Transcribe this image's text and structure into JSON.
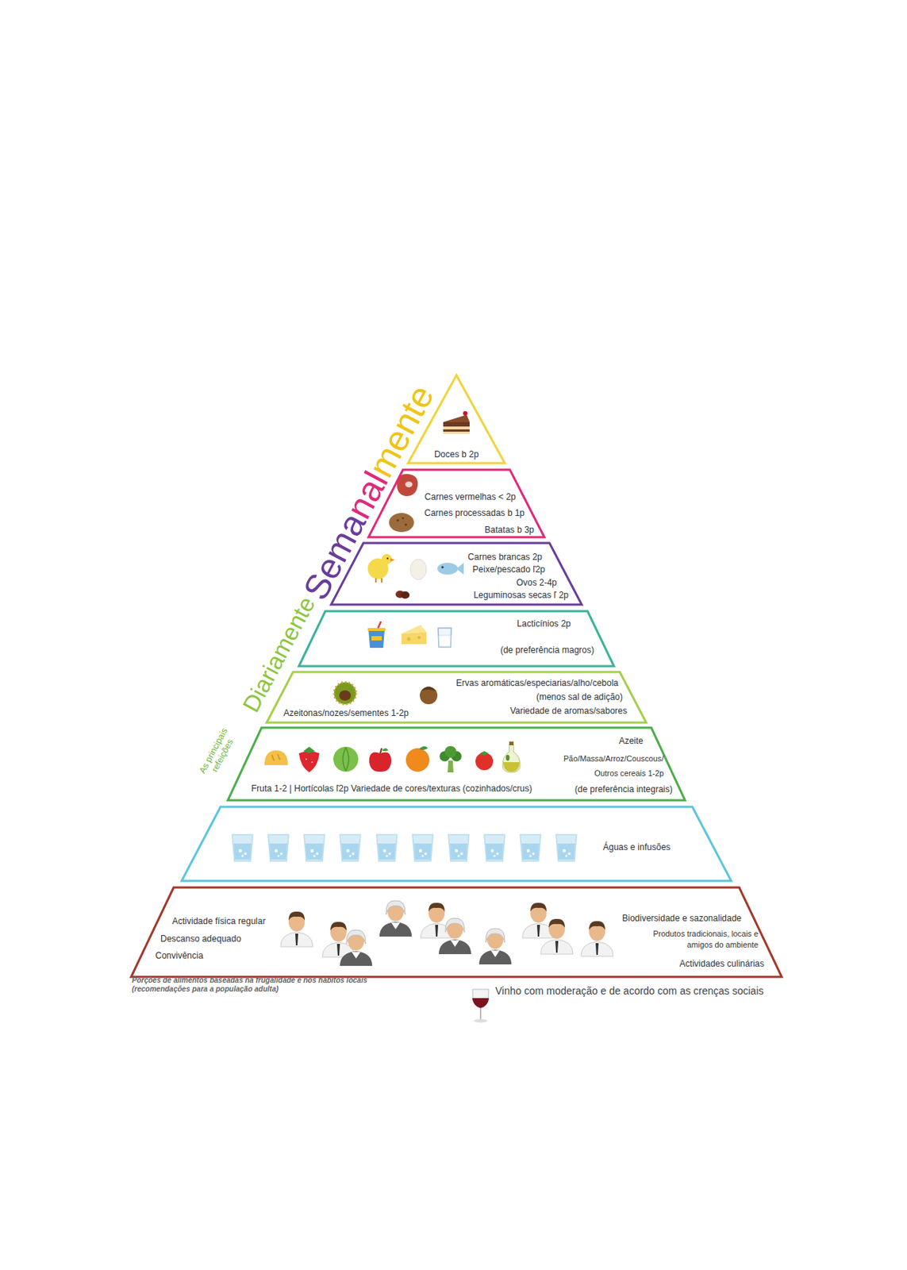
{
  "diagram": {
    "nodes": [
      {
        "text": [
          "Doces b 2p"
        ]
      },
      {
        "text": [
          "Carnes vermelhas < 2p",
          "Carnes processadas b 1p",
          "Batatas b 3p"
        ]
      },
      {
        "text": [
          "Carnes brancas 2p",
          "Peixe/pescado ľ2p",
          "Ovos 2-4p",
          "Leguminosas secas ľ 2p"
        ]
      },
      {
        "text": [
          "Lacticínios 2p",
          "(de preferência magros)"
        ]
      },
      {
        "text": [
          "Ervas aromáticas/especiarias/alho/cebola",
          "(menos sal de adição)",
          "Variedade de aromas/sabores",
          "Azeitonas/nozes/sementes 1-2p"
        ]
      },
      {
        "text": [
          "Azeite",
          "Pão/Massa/Arroz/Couscous/ Outros cereais 1-2p",
          "(de preferência integrais)",
          "Fruta 1-2 | Hortícolas ľ2p Variedade de cores/texturas (cozinhados/crus)"
        ]
      },
      {
        "text": [
          "Águas e infusões"
        ]
      },
      {
        "text": [
          "Actividade física regular",
          "Descanso adequado",
          "Convivência",
          "Biodiversidade e sazonalidade",
          "Produtos tradicionais, locais e amigos do ambiente",
          "Actividades culinárias"
        ]
      }
    ],
    "labels": [
      "Semanalmente",
      "Diariamente",
      "As principais refeições",
      "Porções de alimentos baseadas na frugalidade e nos hábitos locais (recomendações para a população adulta)",
      "Vinho com moderação e de acordo com as crenças sociais"
    ]
  }
}
